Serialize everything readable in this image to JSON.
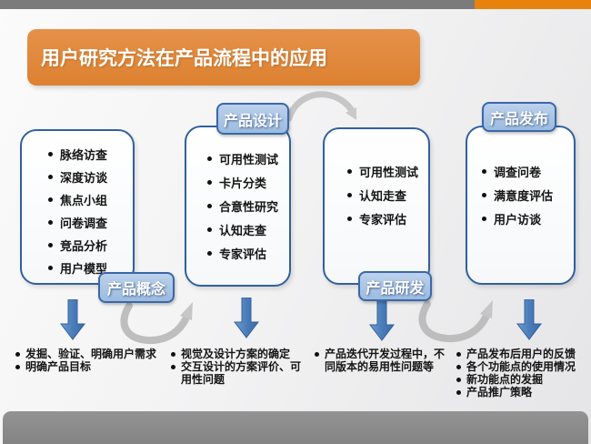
{
  "slide": {
    "title": "用户研究方法在产品流程中的应用"
  },
  "stages": [
    {
      "label": "产品概念",
      "methods": [
        "脉络访查",
        "深度访谈",
        "焦点小组",
        "问卷调查",
        "竞品分析",
        "用户模型"
      ],
      "outcomes": [
        "发掘、验证、明确用户需求",
        "明确产品目标"
      ]
    },
    {
      "label": "产品设计",
      "methods": [
        "可用性测试",
        "卡片分类",
        "合意性研究",
        "认知走查",
        "专家评估"
      ],
      "outcomes": [
        "视觉及设计方案的确定",
        "交互设计的方案评价、可用性问题"
      ]
    },
    {
      "label": "产品研发",
      "methods": [
        "可用性测试",
        "认知走查",
        "专家评估"
      ],
      "outcomes": [
        "产品迭代开发过程中，不同版本的易用性问题等"
      ]
    },
    {
      "label": "产品发布",
      "methods": [
        "调查问卷",
        "满意度评估",
        "用户访谈"
      ],
      "outcomes": [
        "产品发布后用户的反馈",
        "各个功能点的使用情况",
        "新功能点的发掘",
        "产品推广策略"
      ]
    }
  ],
  "colors": {
    "accent_orange": "#e0863a",
    "top_bar_orange": "#e9820c",
    "top_bar_gray": "#7b7b7b",
    "bottom_bar_gray": "#878787",
    "box_border_blue": "#31609e",
    "stage_label_fill": "#a9c4e6",
    "arrow_blue": "#4b7dba",
    "curve_arrow_gray": "#b8b8b8"
  },
  "icons": [
    {
      "name": "arrow-down-icon",
      "meaning": "flow from methods to outcomes"
    },
    {
      "name": "curved-arrow-icon",
      "meaning": "transition between stages"
    }
  ]
}
